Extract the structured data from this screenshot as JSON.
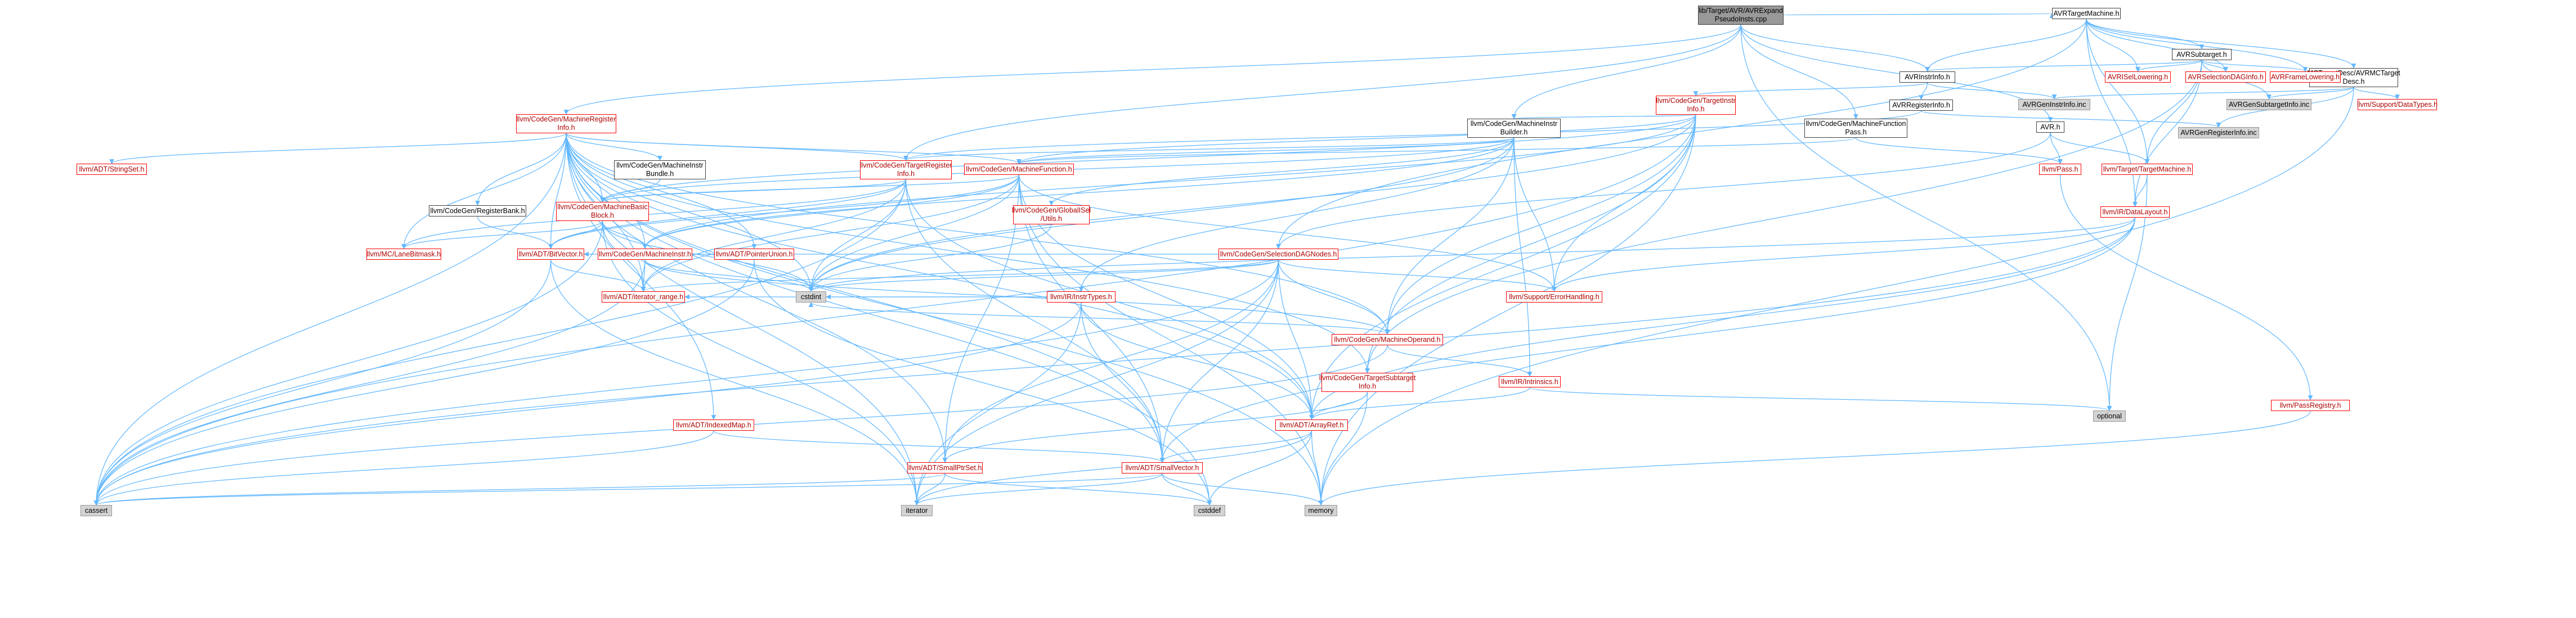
{
  "graph": {
    "nodes": {
      "root": "lib/Target/AVR/AVRExpand\nPseudoInsts.cpp",
      "avr_tm": "AVRTargetMachine.h",
      "avr_st": "AVRSubtarget.h",
      "avr_ii": "AVRInstrInfo.h",
      "avr_ri": "AVRRegisterInfo.h",
      "avr_h": "AVR.h",
      "mctd": "MCTargetDesc/AVRMCTarget\nDesc.h",
      "avr_isel": "AVRISelLowering.h",
      "avr_sdag": "AVRSelectionDAGInfo.h",
      "avr_frame": "AVRFrameLowering.h",
      "gen_instr": "AVRGenInstrInfo.inc",
      "gen_sub": "AVRGenSubtargetInfo.inc",
      "gen_reg": "AVRGenRegisterInfo.inc",
      "data_types": "llvm/Support/DataTypes.h",
      "tii": "llvm/CodeGen/TargetInstr\nInfo.h",
      "mib": "llvm/CodeGen/MachineInstr\nBuilder.h",
      "mfp": "llvm/CodeGen/MachineFunction\nPass.h",
      "mri": "llvm/CodeGen/MachineRegister\nInfo.h",
      "tri": "llvm/CodeGen/TargetRegister\nInfo.h",
      "mf": "llvm/CodeGen/MachineFunction.h",
      "mibundle": "llvm/CodeGen/MachineInstr\nBundle.h",
      "regbank": "llvm/CodeGen/RegisterBank.h",
      "mbb": "llvm/CodeGen/MachineBasic\nBlock.h",
      "stringset": "llvm/ADT/StringSet.h",
      "lanebitmask": "llvm/MC/LaneBitmask.h",
      "bitvector": "llvm/ADT/BitVector.h",
      "mi": "llvm/CodeGen/MachineInstr.h",
      "ptrunion": "llvm/ADT/PointerUnion.h",
      "iter_range": "llvm/ADT/iterator_range.h",
      "cstdint": "cstdint",
      "globalisel": "llvm/CodeGen/GlobalISel\n/Utils.h",
      "sdnodes": "llvm/CodeGen/SelectionDAGNodes.h",
      "instrtypes": "llvm/IR/InstrTypes.h",
      "errhandling": "llvm/Support/ErrorHandling.h",
      "mo": "llvm/CodeGen/MachineOperand.h",
      "tsi": "llvm/CodeGen/TargetSubtarget\nInfo.h",
      "intrinsics": "llvm/IR/Intrinsics.h",
      "indexedmap": "llvm/ADT/IndexedMap.h",
      "smallptrset": "llvm/ADT/SmallPtrSet.h",
      "smallvector": "llvm/ADT/SmallVector.h",
      "arrayref": "llvm/ADT/ArrayRef.h",
      "pass": "llvm/Pass.h",
      "target_tm": "llvm/Target/TargetMachine.h",
      "datalayout": "llvm/IR/DataLayout.h",
      "passregistry": "llvm/PassRegistry.h",
      "optional": "optional",
      "memory": "memory",
      "cstddef": "cstddef",
      "iterator": "iterator",
      "cassert": "cassert"
    }
  }
}
